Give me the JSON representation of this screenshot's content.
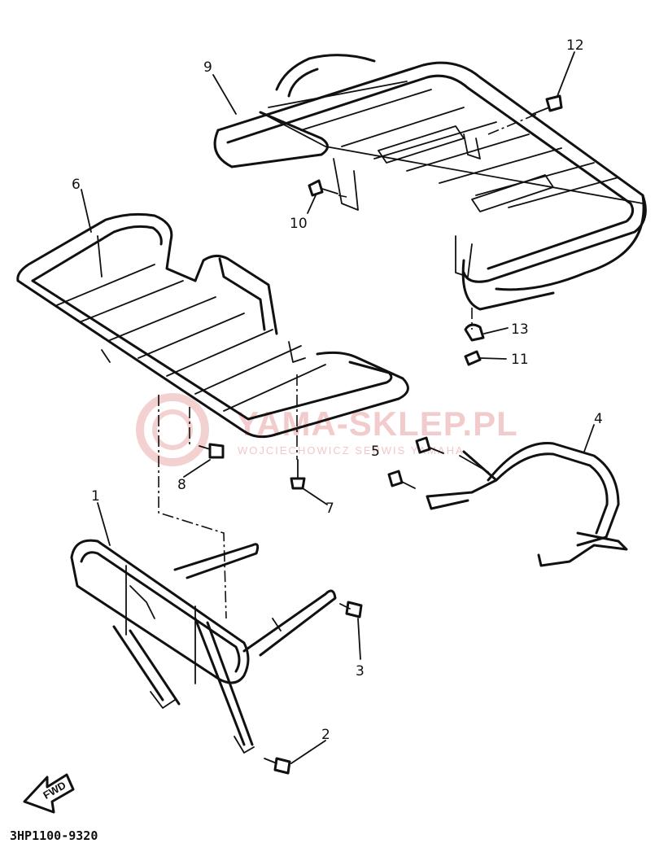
{
  "callouts": {
    "p1": "1",
    "p2": "2",
    "p3": "3",
    "p4": "4",
    "p5": "5",
    "p6": "6",
    "p7": "7",
    "p8": "8",
    "p9": "9",
    "p10": "10",
    "p11": "11",
    "p12": "12",
    "p13": "13"
  },
  "watermark": {
    "title": "YAMA-SKLEP.PL",
    "subtitle": "WOJCIECHOWICZ SERWIS YAMAHA"
  },
  "fwd_label": "FWD",
  "diagram_code": "3HP1100-9320",
  "colors": {
    "line": "#111111",
    "watermark": "#e9a3a3"
  }
}
